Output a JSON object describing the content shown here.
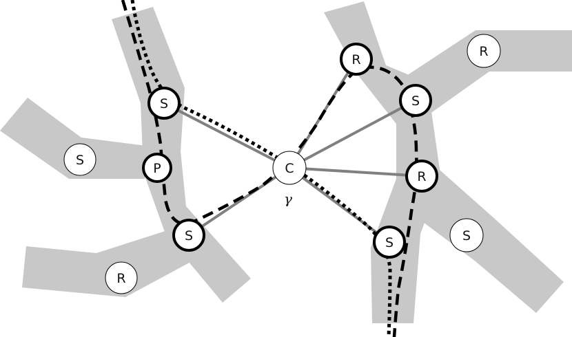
{
  "colors": {
    "band": "#c8c8c8",
    "spoke": "#808080",
    "node_fill": "#ffffff",
    "node_stroke": "#000000",
    "path": "#000000"
  },
  "nodes": [
    {
      "id": "left-s-top",
      "label": "S",
      "emphasis": true
    },
    {
      "id": "left-p",
      "label": "P",
      "emphasis": true
    },
    {
      "id": "left-s-bottom",
      "label": "S",
      "emphasis": true
    },
    {
      "id": "left-s-branch",
      "label": "S",
      "emphasis": false
    },
    {
      "id": "left-r-branch",
      "label": "R",
      "emphasis": false
    },
    {
      "id": "center-c",
      "label": "C",
      "emphasis": false
    },
    {
      "id": "right-r-top",
      "label": "R",
      "emphasis": true
    },
    {
      "id": "right-s-top",
      "label": "S",
      "emphasis": true
    },
    {
      "id": "right-r-mid",
      "label": "R",
      "emphasis": true
    },
    {
      "id": "right-s-bottom",
      "label": "S",
      "emphasis": true
    },
    {
      "id": "right-r-branch",
      "label": "R",
      "emphasis": false
    },
    {
      "id": "right-s-branch",
      "label": "S",
      "emphasis": false
    }
  ],
  "center_symbol": "γ"
}
